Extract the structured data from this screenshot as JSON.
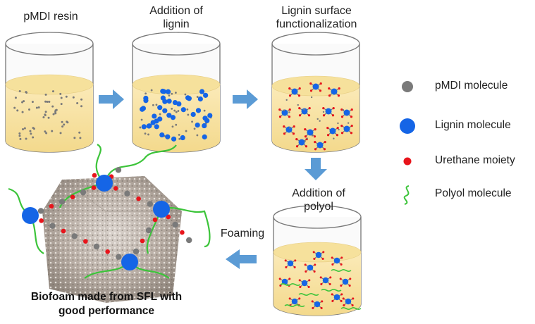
{
  "stages": [
    {
      "line1": "pMDI resin",
      "line2": ""
    },
    {
      "line1": "Addition of",
      "line2": "lignin"
    },
    {
      "line1": "Lignin surface",
      "line2": "functionalization"
    },
    {
      "line1": "Addition of",
      "line2": "polyol"
    }
  ],
  "process_label": "Foaming",
  "caption": {
    "line1": "Biofoam made from SFL with",
    "line2": "good performance"
  },
  "legend": [
    {
      "icon": "gray-dot-icon",
      "color": "#7a7a7a",
      "label": "pMDI molecule"
    },
    {
      "icon": "blue-dot-icon",
      "color": "#1565e6",
      "label": "Lignin molecule"
    },
    {
      "icon": "red-dot-icon",
      "color": "#e8141b",
      "label": "Urethane moiety"
    },
    {
      "icon": "green-squiggle-icon",
      "color": "#3cc43a",
      "label": "Polyol molecule"
    }
  ],
  "colors": {
    "resin": "#f7e2a3",
    "arrow": "#5b9bd5",
    "pmdi": "#7a7a7a",
    "lignin": "#1565e6",
    "urethane": "#e8141b",
    "polyol": "#3cc43a"
  }
}
